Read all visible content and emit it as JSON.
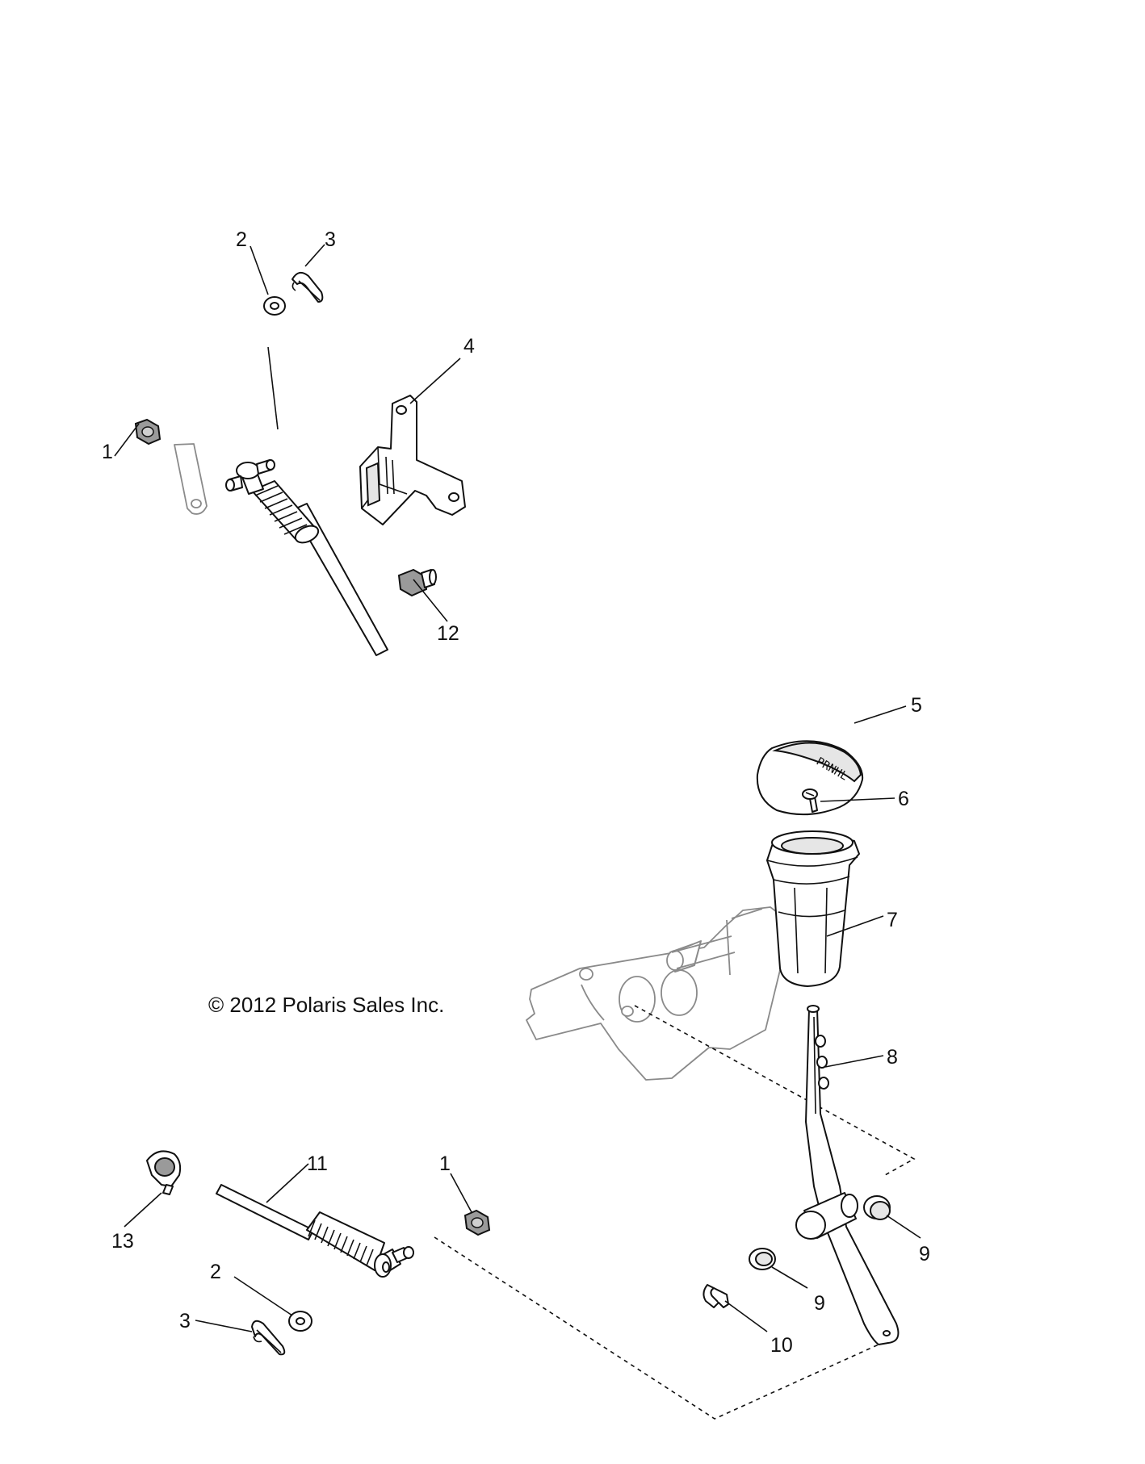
{
  "copyright": "© 2012 Polaris Sales Inc.",
  "callouts": [
    {
      "id": "c1-top",
      "label": "1"
    },
    {
      "id": "c2-top",
      "label": "2"
    },
    {
      "id": "c3-top",
      "label": "3"
    },
    {
      "id": "c4",
      "label": "4"
    },
    {
      "id": "c12",
      "label": "12"
    },
    {
      "id": "c5",
      "label": "5"
    },
    {
      "id": "c6",
      "label": "6"
    },
    {
      "id": "c7",
      "label": "7"
    },
    {
      "id": "c8",
      "label": "8"
    },
    {
      "id": "c9-right",
      "label": "9"
    },
    {
      "id": "c9-left",
      "label": "9"
    },
    {
      "id": "c10",
      "label": "10"
    },
    {
      "id": "c11",
      "label": "11"
    },
    {
      "id": "c1-bottom",
      "label": "1"
    },
    {
      "id": "c13",
      "label": "13"
    },
    {
      "id": "c2-bottom",
      "label": "2"
    },
    {
      "id": "c3-bottom",
      "label": "3"
    }
  ],
  "knob_marking": "PRNHL",
  "icons": [
    "hex-nut-icon",
    "washer-icon",
    "hair-pin-clip-icon",
    "cable-bracket-icon",
    "flange-bolt-icon",
    "shift-knob-icon",
    "screw-icon",
    "shift-boot-icon",
    "shift-lever-icon",
    "bushing-icon",
    "e-clip-icon",
    "shift-cable-icon",
    "cable-clamp-icon",
    "mount-bracket-icon"
  ]
}
